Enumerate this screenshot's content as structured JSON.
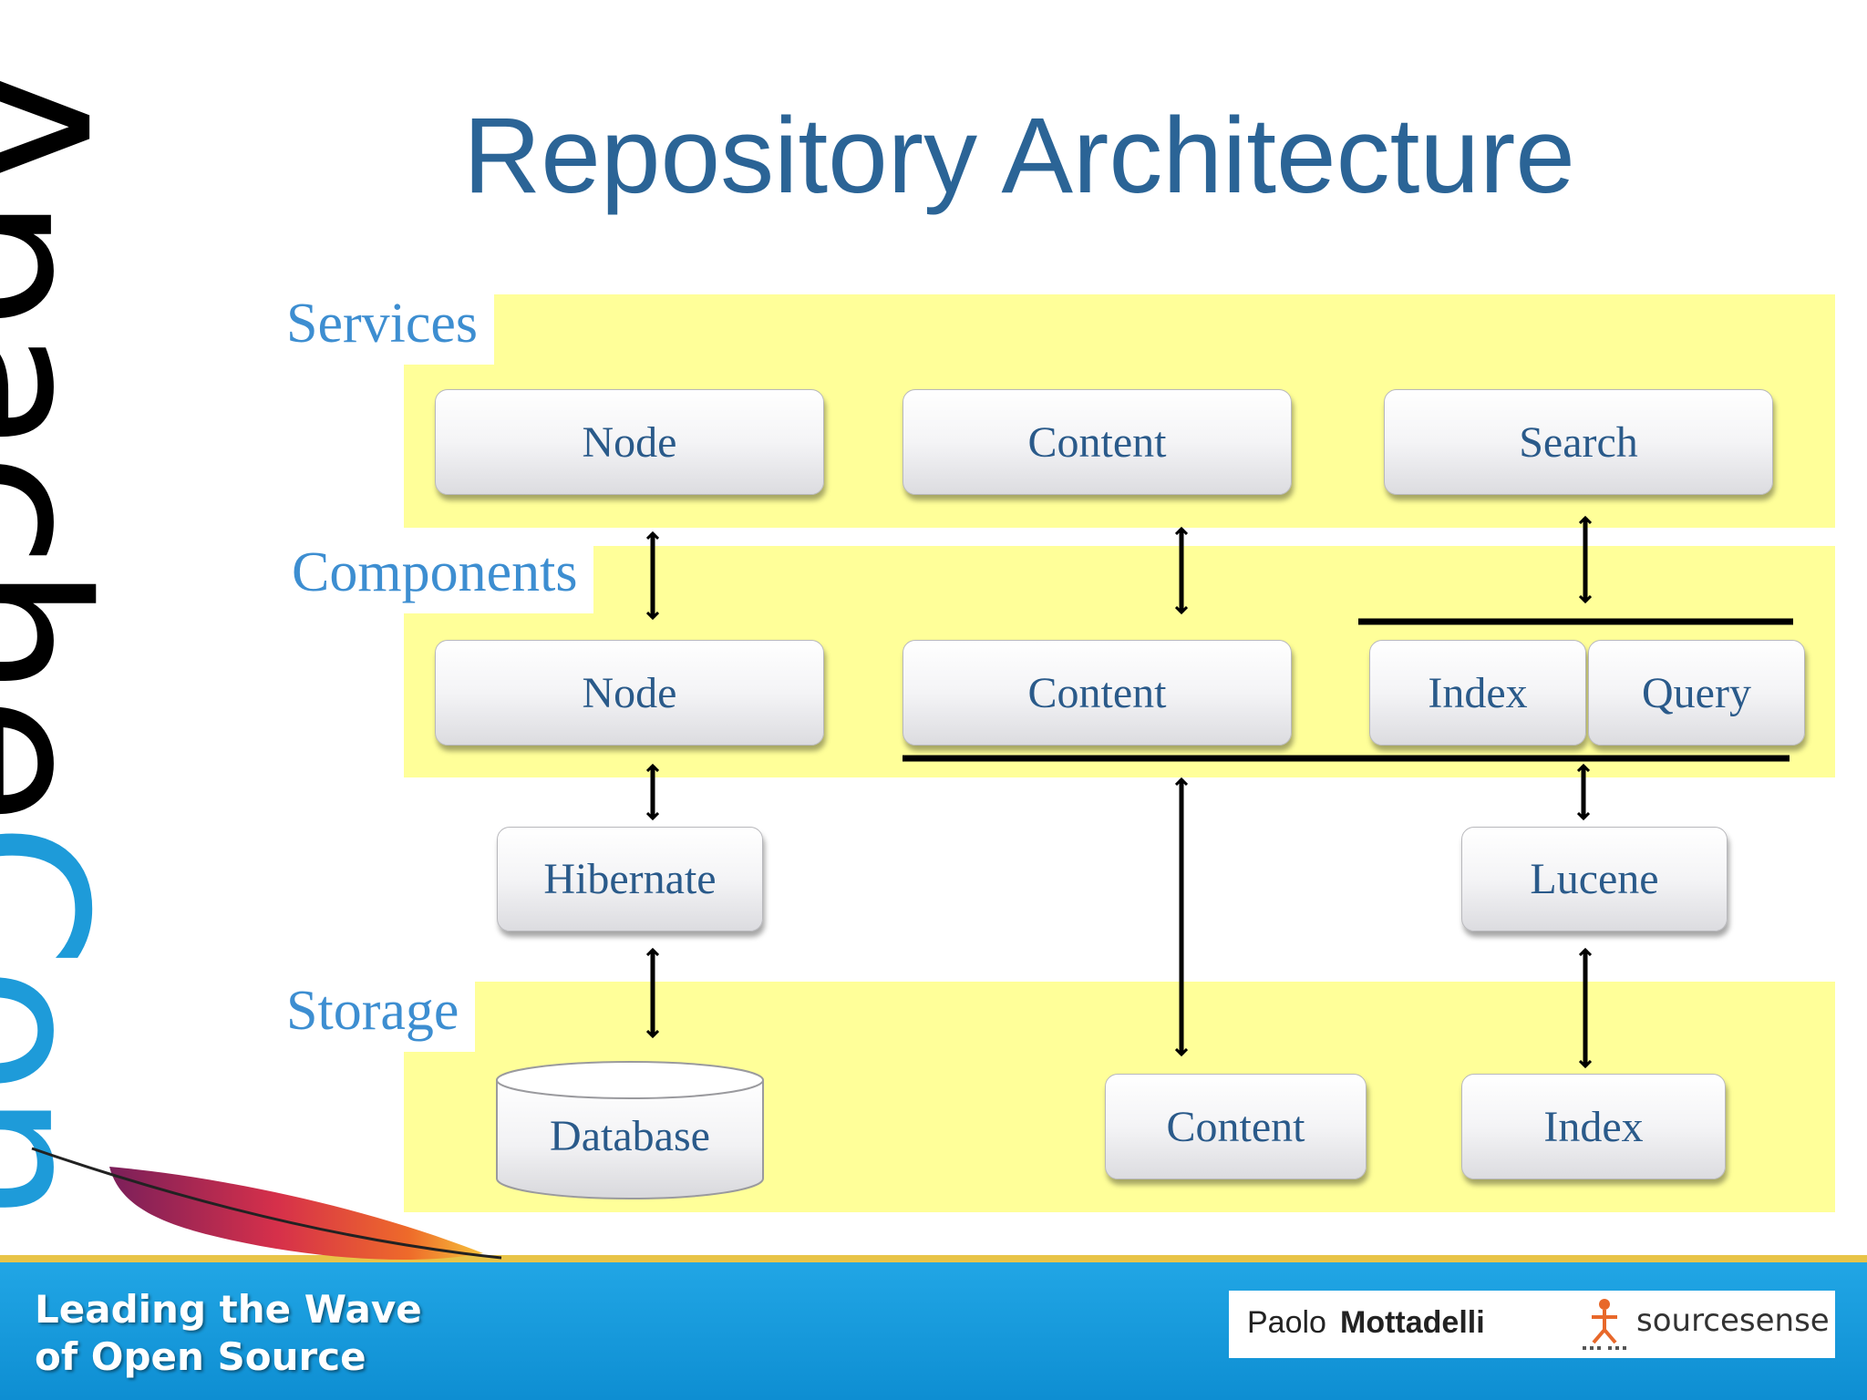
{
  "slide": {
    "title": "Repository Architecture",
    "logo": {
      "apache": "Apache",
      "con": "Con"
    }
  },
  "layers": {
    "services": "Services",
    "components": "Components",
    "storage": "Storage"
  },
  "boxes": {
    "services": {
      "node": "Node",
      "content": "Content",
      "search": "Search"
    },
    "components": {
      "node": "Node",
      "content": "Content",
      "index": "Index",
      "query": "Query"
    },
    "middleware": {
      "hibernate": "Hibernate",
      "lucene": "Lucene"
    },
    "storage": {
      "database": "Database",
      "content": "Content",
      "index": "Index"
    }
  },
  "footer": {
    "tagline_line1": "Leading the Wave",
    "tagline_line2": "of Open Source",
    "presenter_first": "Paolo",
    "presenter_last": "Mottadelli",
    "company": "sourcesense"
  },
  "colors": {
    "title": "#2B6496",
    "layer_label": "#3D8ED1",
    "band": "#FFFF99",
    "box_text": "#2A5A8A",
    "logo_con": "#1E9BD9",
    "footer": "#1497DA"
  }
}
